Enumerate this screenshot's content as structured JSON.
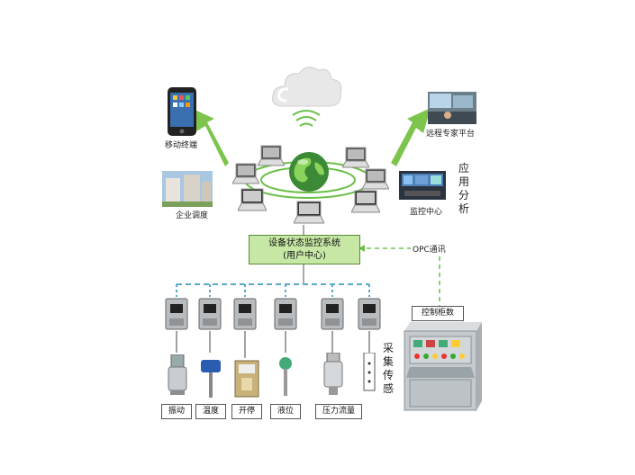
{
  "system": {
    "title": "设备状态监控系统",
    "subtitle": "(用户中心)"
  },
  "app": {
    "mobile": "移动终端",
    "remote_expert": "远程专家平台",
    "enterprise_dispatch": "企业调度",
    "monitor_center": "监控中心",
    "side_label": "应用分析"
  },
  "link": {
    "opc": "OPC通讯",
    "control_cabinet": "控制柜数"
  },
  "sensors": {
    "side_label": "采集传感",
    "items": [
      "振动",
      "温度",
      "开停",
      "液位",
      "压力流量"
    ]
  },
  "colors": {
    "accent_green": "#6cc04a",
    "system_fill": "#c7e8a5",
    "bus_dash": "#5aa9c9"
  }
}
